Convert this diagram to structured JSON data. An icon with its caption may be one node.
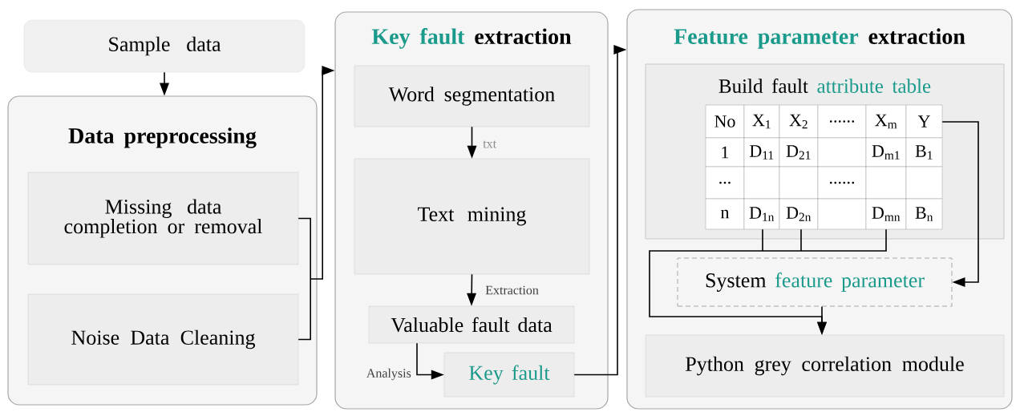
{
  "diagram": {
    "nodes": [
      {
        "text": [
          "Sample data"
        ]
      },
      {
        "text": [
          "Data preprocessing"
        ]
      },
      {
        "text": [
          "Missing data completion or removal"
        ],
        "in": 1
      },
      {
        "text": [
          "Noise Data Cleaning"
        ],
        "in": 1
      },
      {
        "text": [
          "Key fault",
          "extraction"
        ]
      },
      {
        "text": [
          "Word segmentation"
        ],
        "in": 4
      },
      {
        "text": [
          "Text mining"
        ],
        "in": 4
      },
      {
        "text": [
          "Valuable fault data"
        ],
        "in": 4
      },
      {
        "text": [
          "Key fault"
        ],
        "in": 4
      },
      {
        "text": [
          "Feature parameter",
          "extraction"
        ]
      },
      {
        "text": [
          "Build fault",
          "attribute table"
        ],
        "in": 9
      },
      {
        "text": [
          "No",
          "X$_{1}$",
          "X$_{2}$",
          "......",
          "X$_{m}$",
          "Y",
          "1",
          "D$_{11}$",
          "D$_{21}$",
          "D$_{m1}$",
          "B$_{1}$",
          "...",
          "......",
          "n",
          "D$_{1n}$",
          "D$_{2n}$",
          "D$_{mn}$",
          "B$_{n}$"
        ],
        "in": 10
      },
      {
        "text": [
          "System",
          "feature parameter"
        ],
        "in": 9
      },
      {
        "text": [
          "Python grey correlation module"
        ],
        "in": 9
      }
    ],
    "edges": [
      {
        "from": 0,
        "to": 1,
        "arrow": "to"
      },
      {
        "from": 2,
        "to": 4,
        "arrow": "to"
      },
      {
        "from": 3,
        "to": 4,
        "arrow": "to"
      },
      {
        "from": 5,
        "to": 6,
        "arrow": "to",
        "label": "txt"
      },
      {
        "from": 6,
        "to": 7,
        "arrow": "to",
        "label": "Extraction"
      },
      {
        "from": 7,
        "to": 8,
        "arrow": "to",
        "label": "Analysis"
      },
      {
        "from": 8,
        "to": 9,
        "arrow": "to"
      },
      {
        "from": 11,
        "to": 12,
        "arrow": "to"
      },
      {
        "from": 11,
        "to": 13,
        "arrow": "to"
      },
      {
        "from": 12,
        "to": 13,
        "arrow": "to"
      }
    ]
  }
}
